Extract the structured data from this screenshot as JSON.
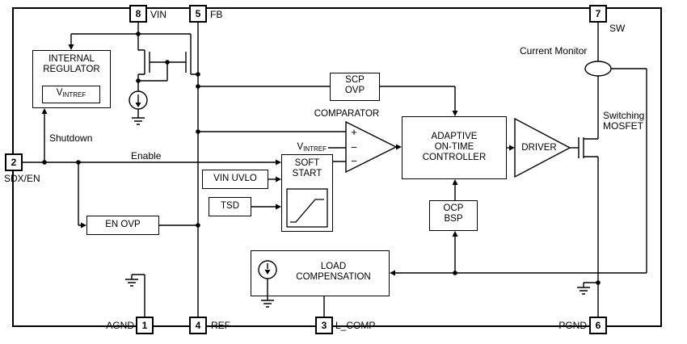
{
  "pins": [
    {
      "number": "8",
      "name": "VIN"
    },
    {
      "number": "5",
      "name": "FB"
    },
    {
      "number": "7",
      "name": "SW"
    },
    {
      "number": "2",
      "name": "SDX/EN"
    },
    {
      "number": "1",
      "name": "AGND"
    },
    {
      "number": "4",
      "name": "REF"
    },
    {
      "number": "3",
      "name": "L_COMP"
    },
    {
      "number": "6",
      "name": "PGND"
    }
  ],
  "blocks": {
    "internal_regulator": {
      "line1": "INTERNAL",
      "line2": "REGULATOR",
      "ref_main": "V",
      "ref_sub": "INTREF"
    },
    "scp_ovp": {
      "line1": "SCP",
      "line2": "OVP"
    },
    "comparator": {
      "title": "COMPARATOR",
      "plus": "+",
      "minus_mid": "−",
      "minus_bot": "−",
      "ref_main": "V",
      "ref_sub": "INTREF"
    },
    "adaptive_controller": {
      "line1": "ADAPTIVE",
      "line2": "ON-TIME",
      "line3": "CONTROLLER"
    },
    "driver": {
      "label": "DRIVER"
    },
    "soft_start": {
      "line1": "SOFT",
      "line2": "START"
    },
    "vin_uvlo": {
      "label": "VIN UVLO"
    },
    "tsd": {
      "label": "TSD"
    },
    "en_ovp": {
      "label": "EN OVP"
    },
    "ocp_bsp": {
      "line1": "OCP",
      "line2": "BSP"
    },
    "load_compensation": {
      "line1": "LOAD",
      "line2": "COMPENSATION"
    }
  },
  "labels": {
    "shutdown": "Shutdown",
    "enable": "Enable",
    "current_monitor": "Current Monitor",
    "switching_mosfet_line1": "Switching",
    "switching_mosfet_line2": "MOSFET"
  },
  "colors": {
    "line": "#000000",
    "background": "#ffffff"
  }
}
